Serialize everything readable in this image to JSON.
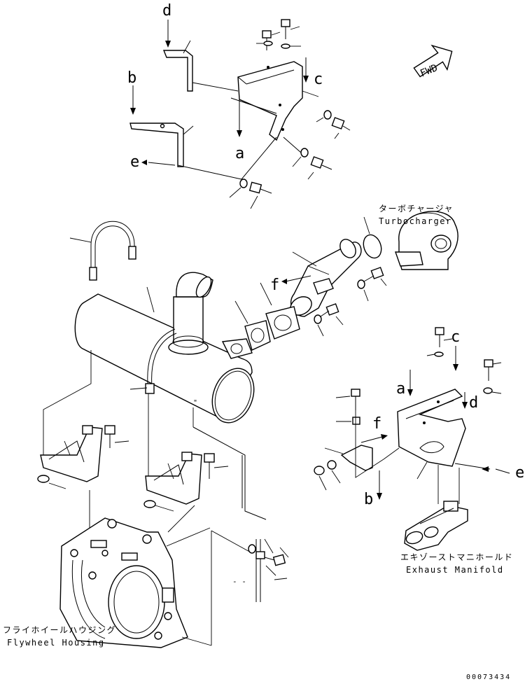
{
  "diagram": {
    "callouts": {
      "a_top": "a",
      "b_top": "b",
      "c_top": "c",
      "d_top": "d",
      "e_top": "e",
      "f_mid": "f",
      "a_right": "a",
      "b_right": "b",
      "c_right": "c",
      "d_right": "d",
      "e_right": "e",
      "f_right": "f"
    },
    "fwd": "FWD",
    "turbocharger": {
      "jp": "ターボチャージャ",
      "en": "Turbocharger"
    },
    "exhaust_manifold": {
      "jp": "エキゾーストマニホールド",
      "en": "Exhaust Manifold"
    },
    "flywheel_housing": {
      "jp": "フライホイールハウジング",
      "en": "Flywheel Housing"
    },
    "small_mark": "\"",
    "dash_mark": "- -",
    "doc_number": "00073434"
  }
}
